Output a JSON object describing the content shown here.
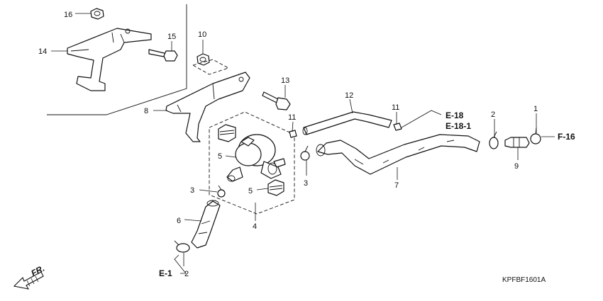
{
  "callouts": {
    "c16": "16",
    "c15": "15",
    "c14": "14",
    "c10": "10",
    "c13": "13",
    "c8": "8",
    "c11a": "11",
    "c11b": "11",
    "c12": "12",
    "c5a": "5",
    "c5b": "5",
    "c3a": "3",
    "c3b": "3",
    "c4": "4",
    "c6": "6",
    "c2a": "2",
    "c2b": "2",
    "c1": "1",
    "c9": "9",
    "c7": "7"
  },
  "refs": {
    "e18": "E-18",
    "e181": "E-18-1",
    "f16": "F-16",
    "e1": "E-1",
    "fr": "FR."
  },
  "diagram_code": "KPFBF1601A"
}
